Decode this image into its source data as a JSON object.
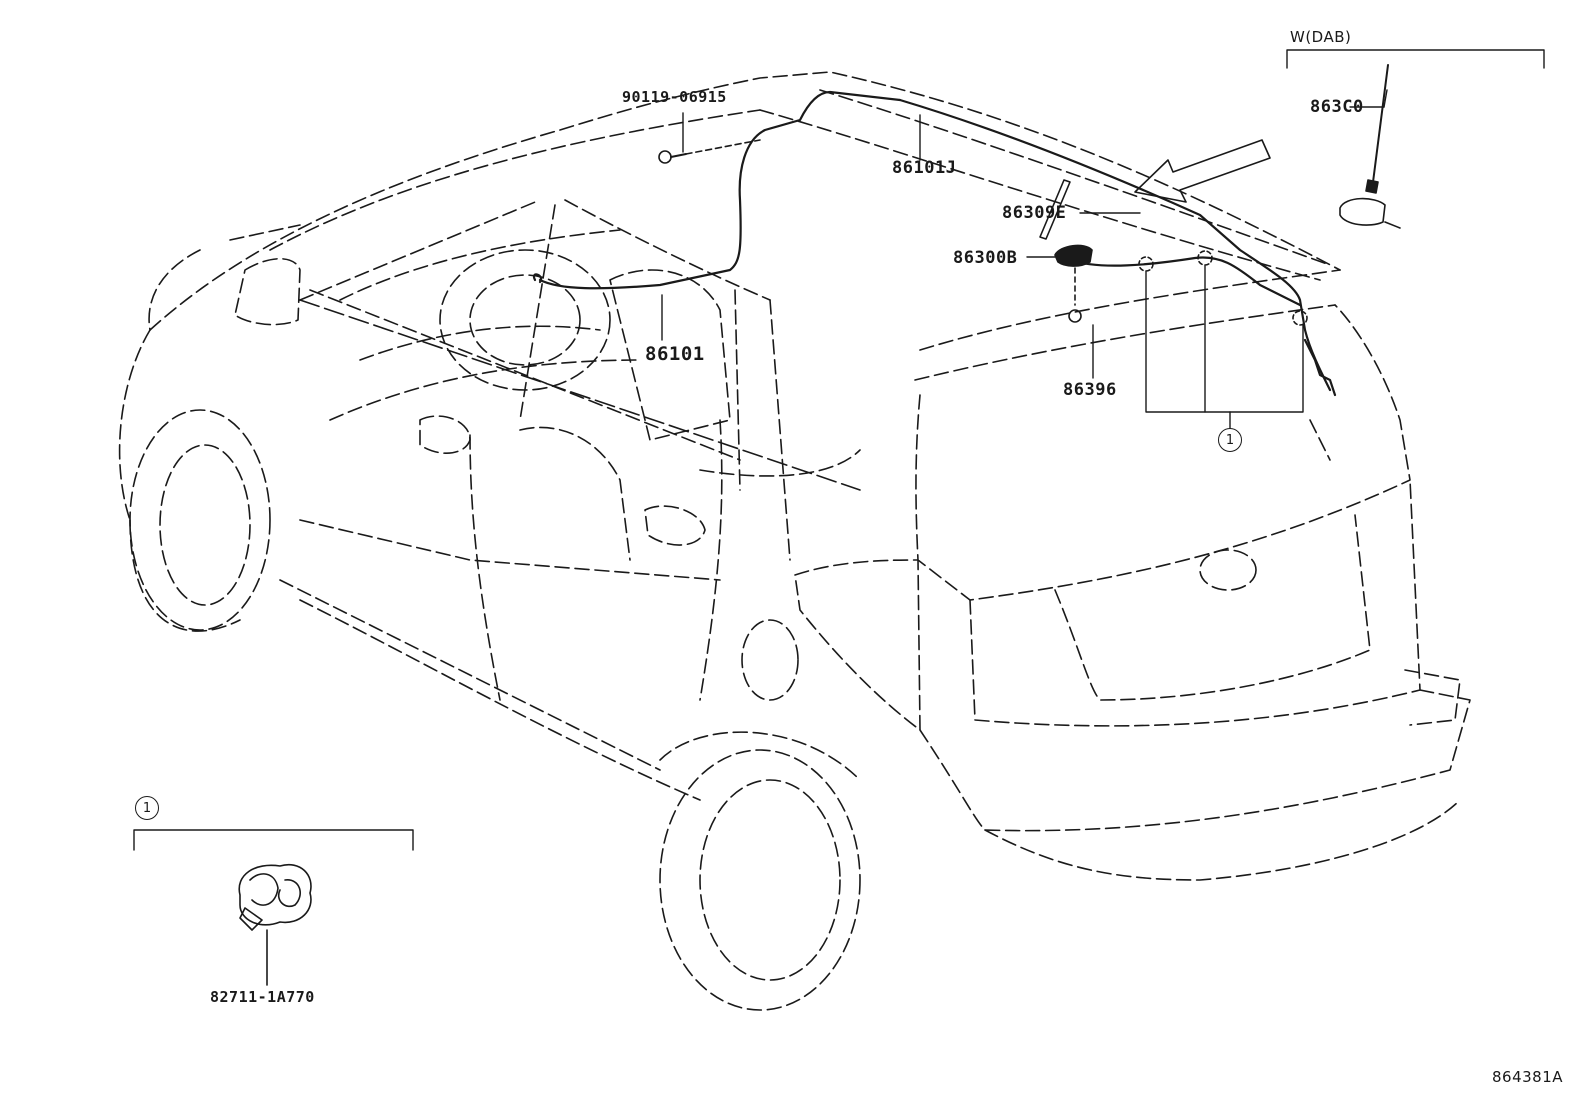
{
  "diagram": {
    "figure_id": "864381A",
    "variant_label": "W(DAB)",
    "callout_number": "1",
    "parts": {
      "bolt": "90119-06915",
      "cord_roof": "86101J",
      "cord_front": "86101",
      "antenna_rod": "86309E",
      "antenna_base": "86300B",
      "nut": "86396",
      "dab_antenna": "863C0",
      "clamp": "82711-1A770"
    }
  },
  "colors": {
    "line": "#1a1a1a",
    "background": "#ffffff"
  }
}
